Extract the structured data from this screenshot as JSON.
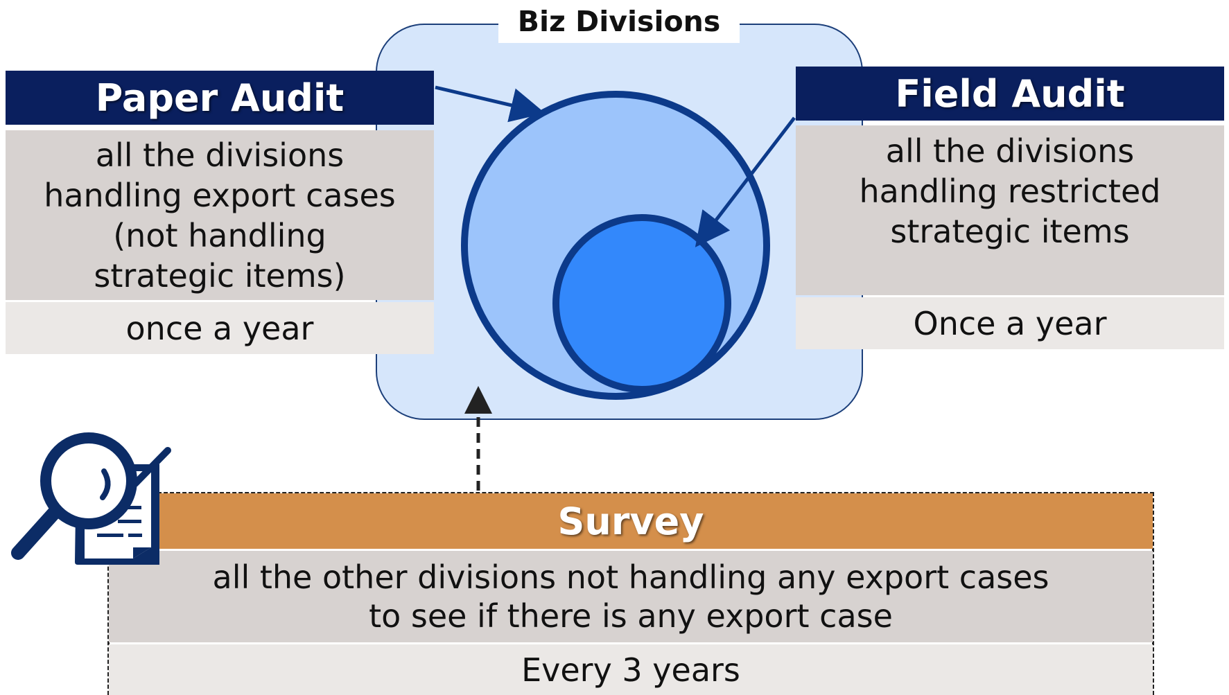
{
  "biz_divisions": {
    "title": "Biz Divisions"
  },
  "paper_audit": {
    "title": "Paper Audit",
    "scope": "all the divisions\nhandling export cases\n(not handling\nstrategic items)",
    "frequency": "once a year"
  },
  "field_audit": {
    "title": "Field Audit",
    "scope": "all the divisions\nhandling restricted\nstrategic items",
    "frequency": "Once a year"
  },
  "survey": {
    "title": "Survey",
    "scope": "all the other divisions not handling any export cases\nto see if there is  any export case",
    "frequency": "Every 3 years"
  },
  "colors": {
    "navy_header": "#0a1f5e",
    "survey_header": "#d48f4b",
    "panel_fill": "#d6e6fb",
    "outer_circle": "#9cc4fb",
    "inner_circle": "#3388fb",
    "circle_stroke": "#0c3a8a"
  },
  "icons": [
    "magnifier-document-icon"
  ]
}
